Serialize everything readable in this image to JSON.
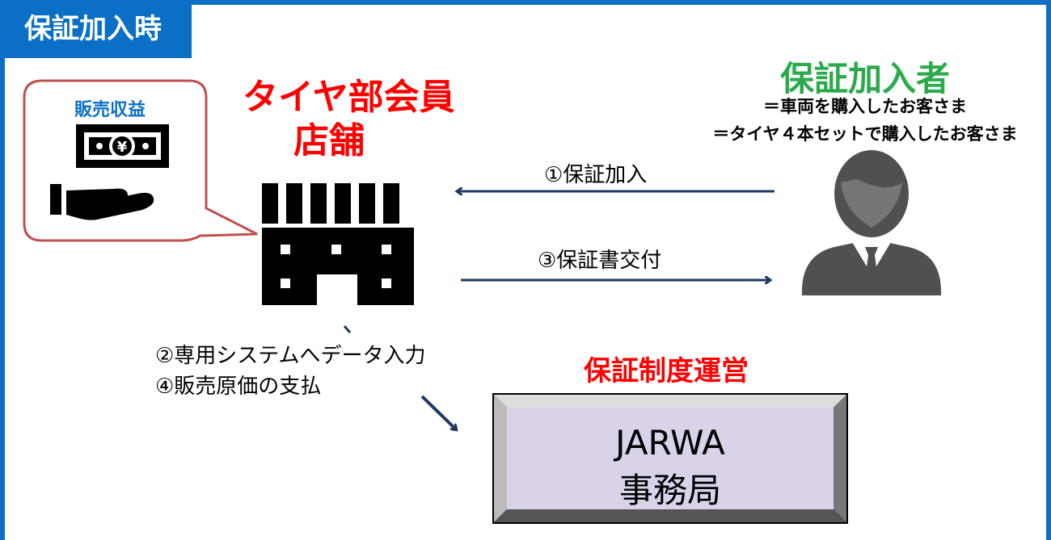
{
  "tab": {
    "label": "保証加入時"
  },
  "store": {
    "title_line1": "タイヤ部会員",
    "title_line2": "店舗"
  },
  "revenue": {
    "label": "販売収益"
  },
  "insured": {
    "title": "保証加入者",
    "desc_line1": "＝車両を購入したお客さま",
    "desc_line2": "＝タイヤ４本セットで購入したお客さま"
  },
  "steps": {
    "step1": "①保証加入",
    "step2": "②専用システムへデータ入力",
    "step3": "③保証書交付",
    "step4": "④販売原価の支払"
  },
  "operator": {
    "title": "保証制度運営",
    "box_line1": "JARWA",
    "box_line2": "事務局"
  },
  "icons": [
    "money-bill-icon",
    "hand-icon",
    "building-icon",
    "person-icon"
  ],
  "colors": {
    "accent_blue": "#0B6FC6",
    "red": "#FF0000",
    "green": "#2BAA4C",
    "arrow_navy": "#1F3864",
    "bubble_border": "#C0504D",
    "jarwa_box": "#D9D2E9"
  }
}
